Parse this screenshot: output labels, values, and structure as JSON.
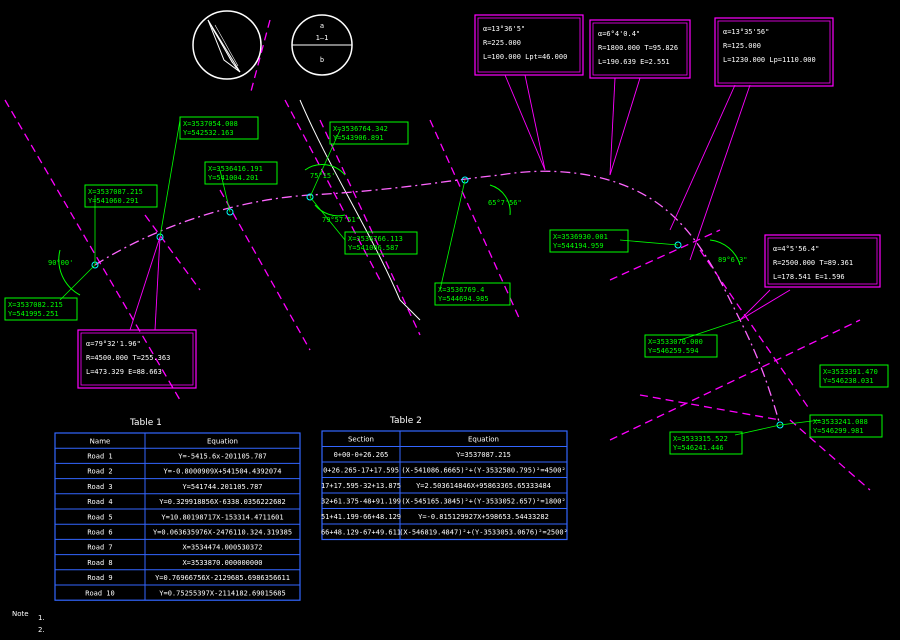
{
  "colors": {
    "background": "#000000",
    "route": "#ff66ff",
    "curve_box": "#ff00ff",
    "coord_box": "#00ff00",
    "table_border": "#3366ff",
    "white": "#ffffff",
    "aqua_marker": "#00ffff",
    "road_line": "#ff00ff"
  },
  "point_labels": [
    {
      "text": "X=3537087.215",
      "sub": "Y=541060.291"
    },
    {
      "text": "X=3537054.008",
      "sub": "Y=542532.163"
    },
    {
      "text": "X=3536416.191",
      "sub": "Y=541004.201"
    },
    {
      "text": "X=3536764.342",
      "sub": "Y=543906.891"
    },
    {
      "text": "X=3536766.113",
      "sub": "Y=541006.587"
    },
    {
      "text": "X=3536769.4",
      "sub": "Y=544694.985"
    },
    {
      "text": "X=3537082.215",
      "sub": "Y=541995.251"
    },
    {
      "text": "X=3536930.001",
      "sub": "Y=544194.959"
    },
    {
      "text": "X=3533070.000",
      "sub": "Y=546259.594"
    },
    {
      "text": "X=3533391.470",
      "sub": "Y=546238.031"
    },
    {
      "text": "X=3533241.088",
      "sub": "Y=546299.981"
    },
    {
      "text": "X=3533315.522",
      "sub": "Y=546241.446"
    }
  ],
  "angle_labels": [
    "90°00'",
    "75°15'",
    "79°57'51\"",
    "65°7'56\"",
    "89°6'3\""
  ],
  "curve_elements": [
    {
      "l1": "α=79°32'1.96\"",
      "l2": "R=4500.000 T=255.363",
      "l3": "L=473.329 E=88.663"
    },
    {
      "l1": "α=6°4'0.4\"",
      "l2": "R=1800.000 T=95.826",
      "l3": "L=190.639 E=2.551"
    },
    {
      "l1": "α=13°36'5\"",
      "l2": "R=225.000",
      "l3": "L=100.000 Lpt=46.000"
    },
    {
      "l1": "α=13°35'56\"",
      "l2": "R=125.000",
      "l3": "L=1230.000 Lp=1110.000"
    },
    {
      "l1": "α=4°5'56.4\"",
      "l2": "R=2500.000 T=89.361",
      "l3": "L=178.541 E=1.596"
    }
  ],
  "table_left": {
    "title": "Table 1",
    "headers": [
      "Name",
      "Equation"
    ],
    "rows": [
      [
        "Road 1",
        "Y=-5415.6x-201105.787"
      ],
      [
        "Road 2",
        "Y=-0.8000909X+541504.4392074"
      ],
      [
        "Road 3",
        "Y=541744.201105.787"
      ],
      [
        "Road 4",
        "Y=0.329918856X-6338.0356222682"
      ],
      [
        "Road 5",
        "Y=10.80198717X-153314.4711601"
      ],
      [
        "Road 6",
        "Y=0.063635976X-2476110.324.319385"
      ],
      [
        "Road 7",
        "X=3534474.000530372"
      ],
      [
        "Road 8",
        "X=3533870.000000000"
      ],
      [
        "Road 9",
        "Y=0.76966756X-2129685.6986356611"
      ],
      [
        "Road 10",
        "Y=0.75255397X-2114182.69015685"
      ]
    ]
  },
  "table_right": {
    "title": "Table 2",
    "headers": [
      "Section",
      "Equation"
    ],
    "rows": [
      [
        "0+00-0+26.265",
        "Y=3537087.215"
      ],
      [
        "0+26.265-17+17.595",
        "(X-541086.6665)²+(Y-3532580.795)²=4500²"
      ],
      [
        "17+17.595-32+13.875",
        "Y=2.503614846X+95863365.65333484"
      ],
      [
        "32+61.375-48+91.199",
        "(X-545165.3845)²+(Y-3533052.657)²=1800²"
      ],
      [
        "51+41.199-66+48.129",
        "Y=-0.815129927X+598653.54433282"
      ],
      [
        "66+48.129-67+49.611",
        "(X-546819.4847)²+(Y-3533053.0676)²=2500²"
      ]
    ]
  },
  "notes": [
    "1.",
    "2."
  ]
}
